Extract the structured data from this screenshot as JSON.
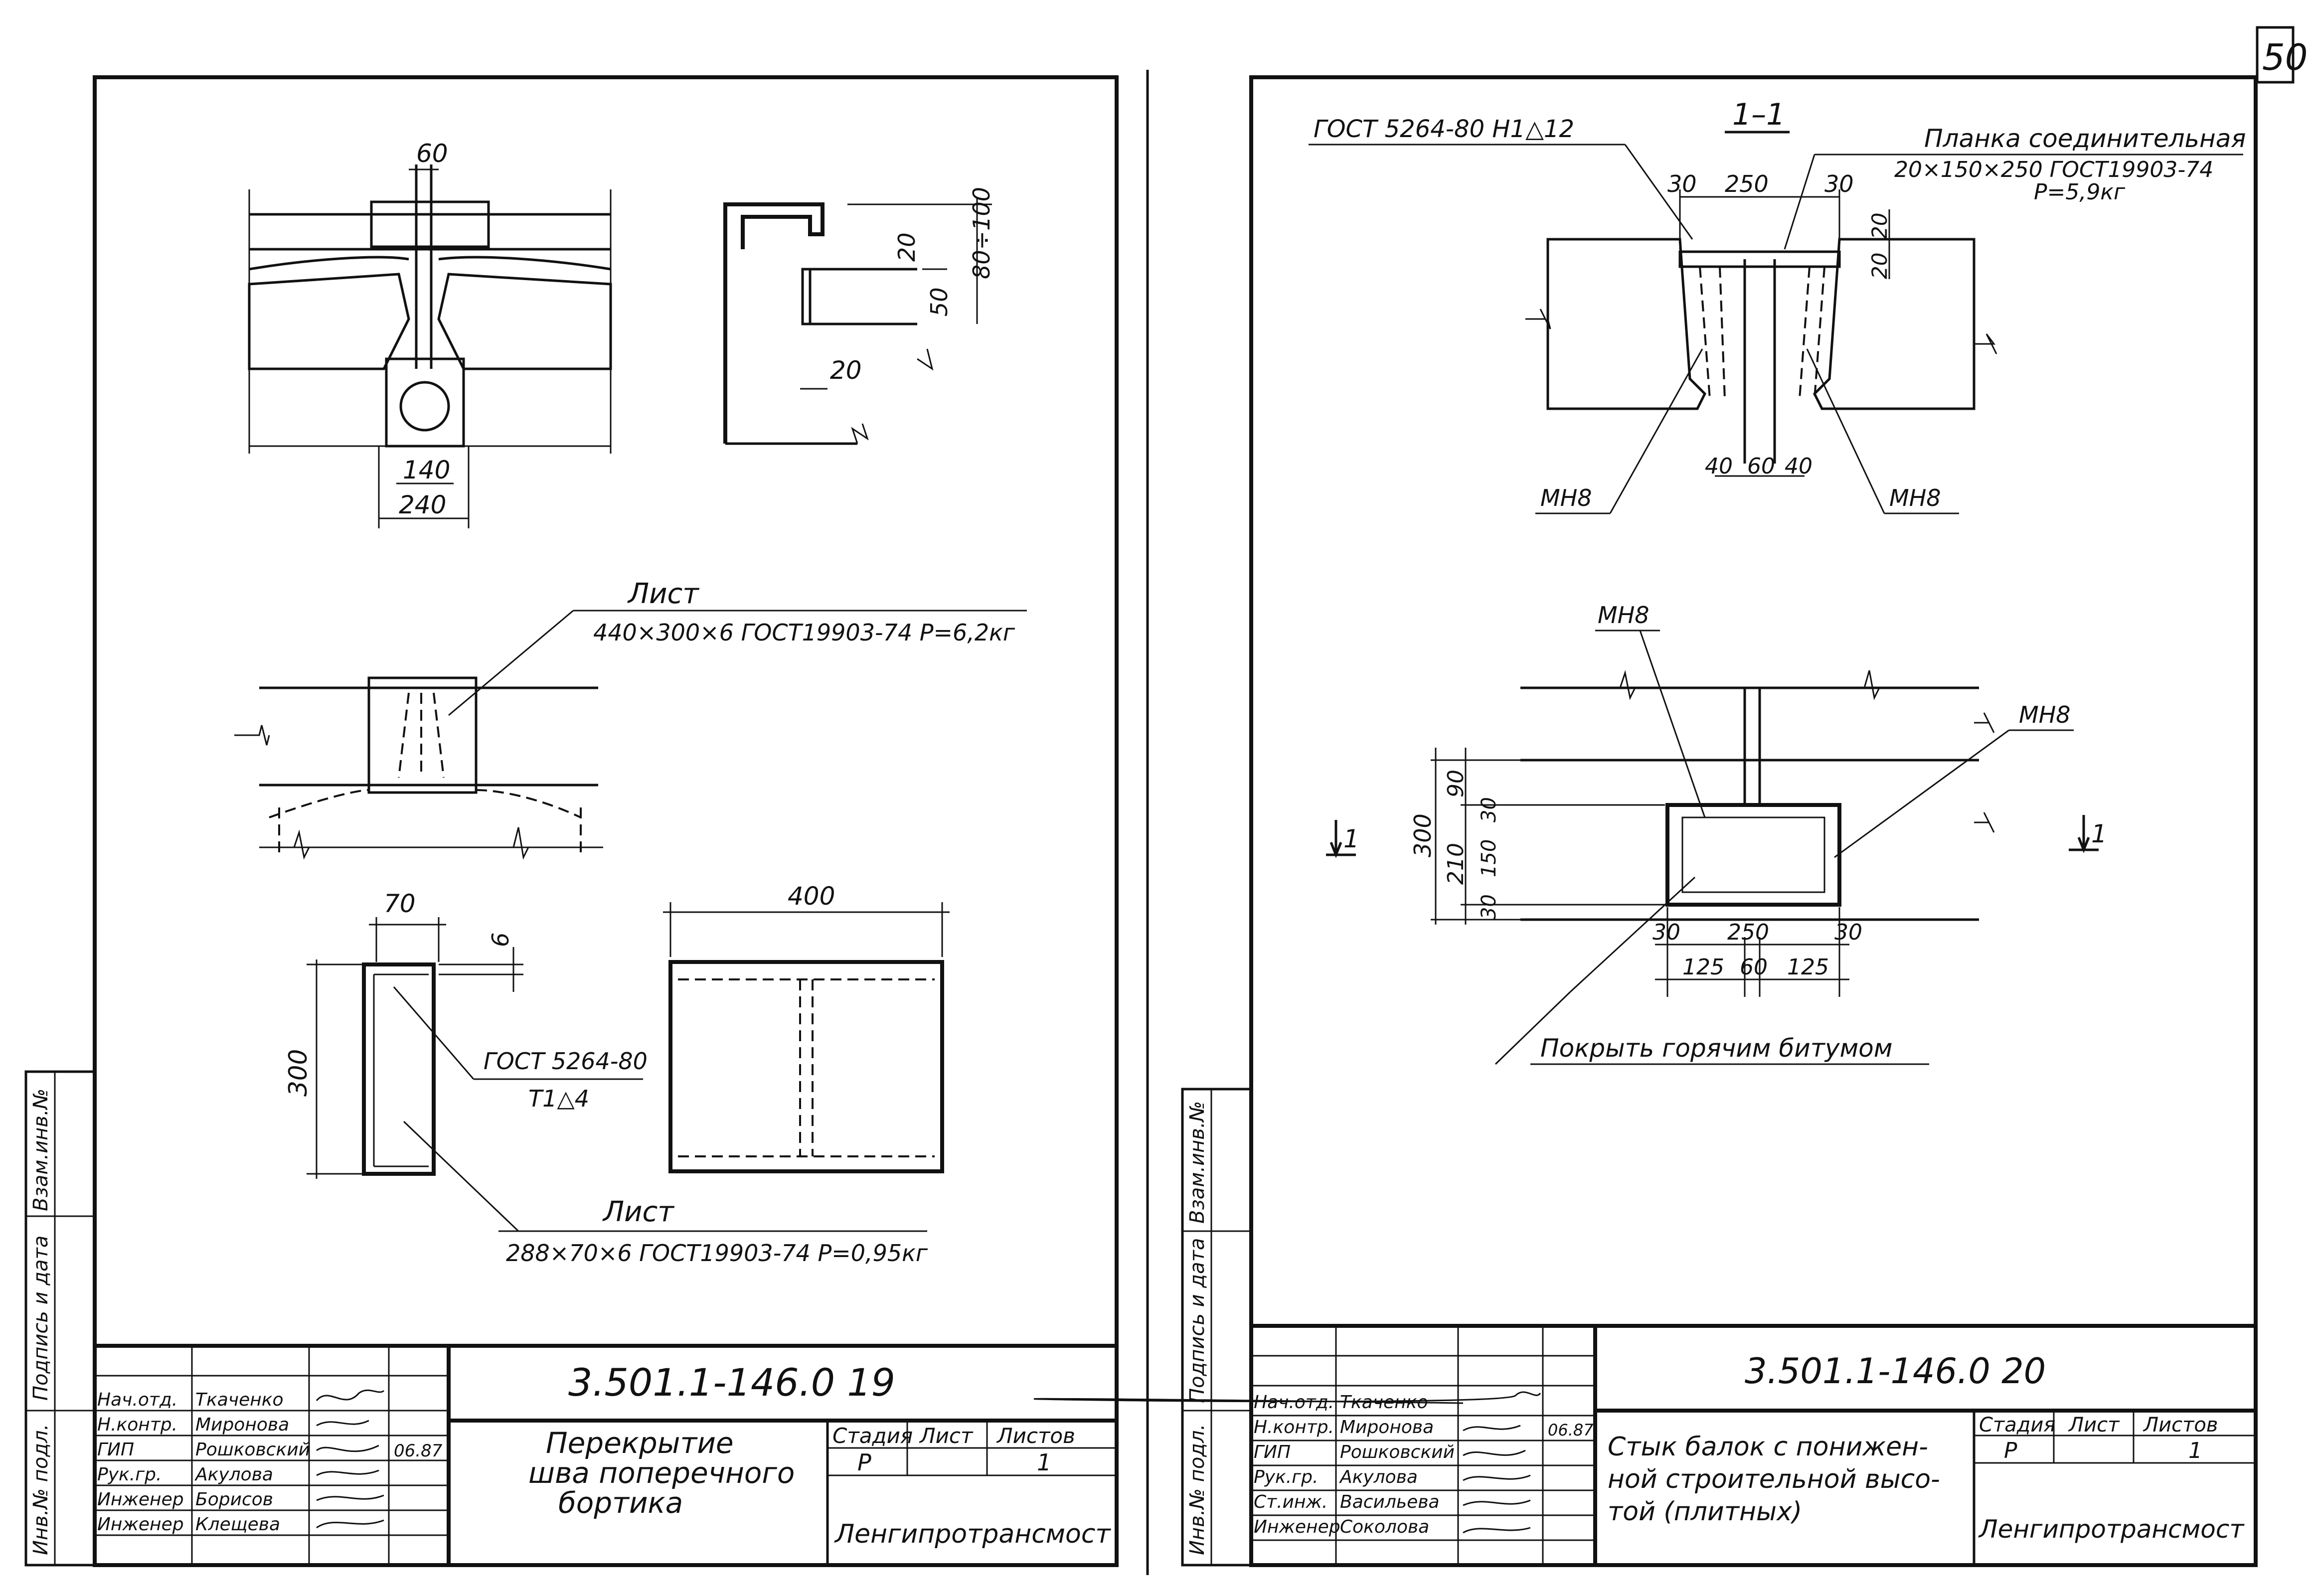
{
  "page_number": "50",
  "left": {
    "top_view": {
      "dim_top": "60",
      "dim_inner": "140",
      "dim_outer": "240"
    },
    "profile": {
      "dim_range": "80÷100",
      "dim_20a": "20",
      "dim_50": "50",
      "dim_20b": "20"
    },
    "plate_callout": {
      "title": "Лист",
      "spec": "440×300×6  ГОСТ19903-74  P=6,2кг"
    },
    "strip": {
      "dim_70": "70",
      "dim_6": "6",
      "dim_300": "300"
    },
    "weld_callout": {
      "line1": "ГОСТ 5264-80",
      "line2": "Т1△4"
    },
    "strip_callout": {
      "title": "Лист",
      "spec": "288×70×6  ГОСТ19903-74  P=0,95кг"
    },
    "plan": {
      "dim_400": "400"
    },
    "title_block": {
      "doc_code": "3.501.1-146.0  19",
      "title_lines": [
        "Перекрытие",
        "шва поперечного",
        "бортика"
      ],
      "stage_label": "Стадия",
      "sheet_label": "Лист",
      "sheets_label": "Листов",
      "stage": "Р",
      "sheets": "1",
      "org": "Ленгипротрансмост",
      "date": "06.87",
      "roles": [
        "Нач.отд.",
        "Н.контр.",
        "ГИП",
        "Рук.гр.",
        "Инженер",
        "Инженер"
      ],
      "names": [
        "Ткаченко",
        "Миронова",
        "Рошковский",
        "Акулова",
        "Борисов",
        "Клещева"
      ],
      "side_labels": [
        "Взам.инв.№",
        "Подпись и дата",
        "Инв.№ подл."
      ]
    }
  },
  "right": {
    "section_label": "1–1",
    "weld_note": "ГОСТ 5264-80  Н1△12",
    "plank": {
      "line1": "Планка соединительная",
      "line2": "20×150×250  ГОСТ19903-74",
      "line3": "P=5,9кг"
    },
    "section_dims": {
      "d30a": "30",
      "d250": "250",
      "d30b": "30",
      "d20a": "20",
      "d20b": "20",
      "d40a": "40",
      "d60": "60",
      "d40b": "40"
    },
    "mh8_left": "МН8",
    "mh8_right": "МН8",
    "plan": {
      "mh8_a": "МН8",
      "mh8_b": "МН8",
      "cut_left": "1",
      "cut_right": "1",
      "dims_v": {
        "d300": "300",
        "d90": "90",
        "d210": "210",
        "d30a": "30",
        "d150": "150",
        "d30b": "30"
      },
      "dims_h": {
        "d30a": "30",
        "d250": "250",
        "d30b": "30",
        "d125a": "125",
        "d60": "60",
        "d125b": "125"
      }
    },
    "bitumen_note": "Покрыть горячим битумом",
    "title_block": {
      "doc_code": "3.501.1-146.0   20",
      "title_lines": [
        "Стык балок с понижен-",
        "ной строительной высо-",
        "той (плитных)"
      ],
      "stage_label": "Стадия",
      "sheet_label": "Лист",
      "sheets_label": "Листов",
      "stage": "Р",
      "sheets": "1",
      "org": "Ленгипротрансмост",
      "date": "06.87",
      "roles": [
        "Нач.отд.",
        "Н.контр.",
        "ГИП",
        "Рук.гр.",
        "Ст.инж.",
        "Инженер"
      ],
      "names": [
        "Ткаченко",
        "Миронова",
        "Рошковский",
        "Акулова",
        "Васильева",
        "Соколова"
      ],
      "side_labels": [
        "Взам.инв.№",
        "Подпись и дата",
        "Инв.№ подл."
      ]
    }
  }
}
